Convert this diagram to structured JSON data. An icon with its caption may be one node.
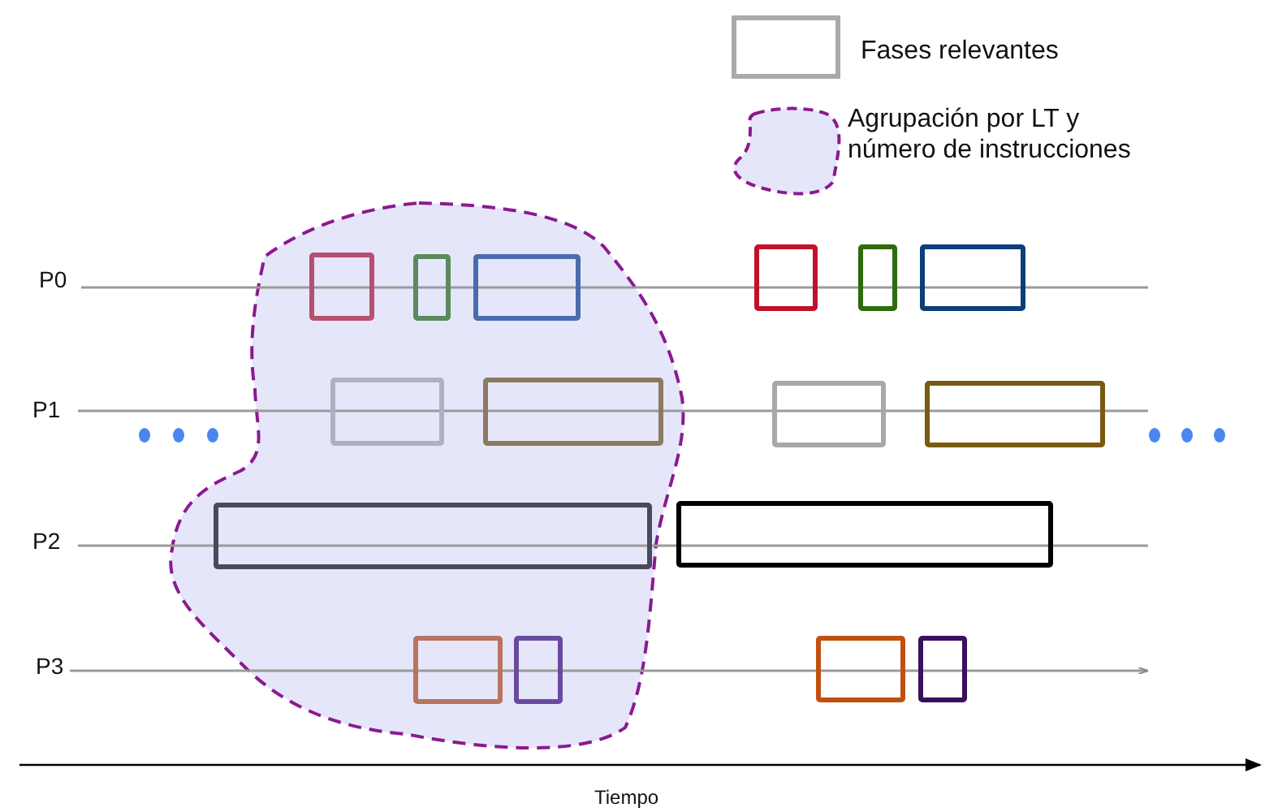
{
  "diagram": {
    "labels": [
      "P0",
      "P1",
      "P2",
      "P3",
      "Tiempo"
    ],
    "legend": [
      {
        "text": "Fases relevantes"
      },
      {
        "text": "Agrupación por LT y número de instrucciones"
      }
    ]
  }
}
